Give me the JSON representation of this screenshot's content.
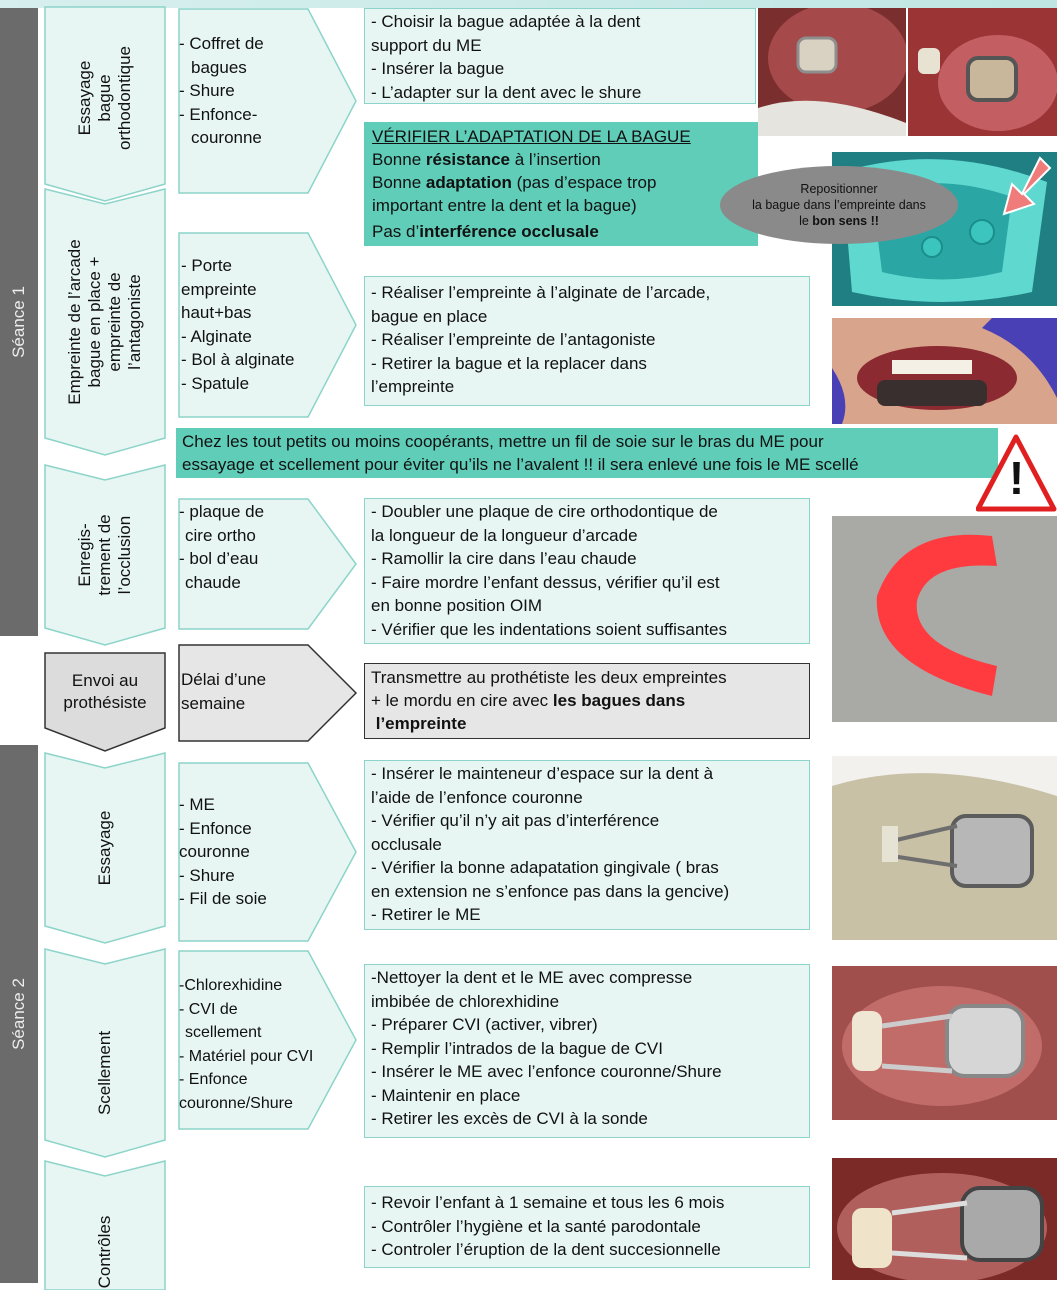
{
  "sessions": {
    "s1": "Séance 1",
    "s2": "Séance 2"
  },
  "steps": {
    "essayage_bague": [
      "Essayage",
      "bague",
      "orthodontique"
    ],
    "empreinte": [
      "Empreinte de l’arcade",
      "bague en place +",
      "empreinte de",
      "l’antagoniste"
    ],
    "enregistrement": [
      "Enregis-",
      "trement de",
      "l’occlusion"
    ],
    "envoi": [
      "Envoi au",
      "prothésiste"
    ],
    "essayage": "Essayage",
    "scellement": "Scellement",
    "controles": "Contrôles"
  },
  "materials": {
    "bague": [
      "- Coffret de",
      "  bagues",
      "- Shure",
      "- Enfonce-",
      "  couronne"
    ],
    "empreinte": [
      "- Porte",
      "empreinte",
      "haut+bas",
      "- Alginate",
      "- Bol à alginate",
      "- Spatule"
    ],
    "occlusion": [
      "- plaque de",
      "  cire ortho",
      "- bol d’eau",
      "  chaude"
    ],
    "envoi": [
      "Délai d’une",
      "semaine"
    ],
    "essayage": [
      "- ME",
      "- Enfonce",
      "couronne",
      "- Shure",
      "- Fil de soie"
    ],
    "scellement": [
      "-Chlorexhidine",
      "- CVI de",
      "  scellement",
      "- Matériel pour CVI",
      "- Enfonce",
      "couronne/Shure"
    ]
  },
  "actions": {
    "bague": [
      "- Choisir la bague adaptée à la dent",
      "support du ME",
      "- Insérer la bague",
      "- L’adapter sur la dent avec le shure"
    ],
    "verif_title": "VÉRIFIER L’ADAPTATION DE LA BAGUE",
    "verif1_pre": "Bonne ",
    "verif1_bold": "résistance",
    "verif1_post": " à l’insertion",
    "verif2_pre": "Bonne ",
    "verif2_bold": "adaptation",
    "verif2_post": " (pas d’espace trop",
    "verif3": "important entre la dent et la bague)",
    "verif4_pre": "Pas d’",
    "verif4_bold": "interférence occlusale",
    "empreinte": [
      "- Réaliser l’empreinte à l’alginate de l’arcade,",
      "bague en place",
      "- Réaliser l’empreinte de l’antagoniste",
      "- Retirer la bague et la replacer dans",
      "l’empreinte"
    ],
    "occlusion": [
      "- Doubler une plaque de cire orthodontique de",
      "la longueur de la longueur d’arcade",
      "- Ramollir la cire dans l’eau chaude",
      "- Faire mordre l’enfant dessus, vérifier qu’il est",
      "en bonne position OIM",
      "- Vérifier que les indentations soient suffisantes"
    ],
    "envoi_l1": "Transmettre au prothétiste les deux empreintes",
    "envoi_l2_pre": "+ le mordu en cire avec ",
    "envoi_l2_bold": "les bagues dans",
    "envoi_l3_bold": " l’empreinte",
    "essayage": [
      "- Insérer le mainteneur d’espace sur la dent à",
      "l’aide de l’enfonce couronne",
      "- Vérifier qu’il n’y ait pas d’interférence",
      "occlusale",
      "- Vérifier la bonne adapatation gingivale ( bras",
      "en extension ne s’enfonce pas dans la gencive)",
      "- Retirer le ME"
    ],
    "scellement": [
      "-Nettoyer la dent et le ME avec compresse",
      "imbibée de chlorexhidine",
      "- Préparer CVI (activer, vibrer)",
      "- Remplir l’intrados de la bague de CVI",
      "- Insérer le ME avec l’enfonce couronne/Shure",
      "- Maintenir en place",
      "- Retirer les excès de CVI à la sonde"
    ],
    "controles": [
      "- Revoir l’enfant à 1 semaine et tous les 6 mois",
      "- Contrôler l’hygiène et la santé parodontale",
      "- Controler l’éruption de la dent succesionnelle"
    ]
  },
  "oval": {
    "l1": "Repositionner",
    "l2": "la bague dans l’empreinte dans",
    "l3_pre": "le ",
    "l3_bold": "bon sens !!"
  },
  "warning": {
    "l1": "Chez les tout petits ou moins coopérants, mettre un fil de soie sur le bras du ME pour",
    "l2": "essayage et scellement pour éviter qu’ils ne l’avalent !! il sera enlevé une fois le ME scellé",
    "icon": "!"
  },
  "colors": {
    "teal": "#5fcdb8",
    "light_teal": "#e7f6f3",
    "border_teal": "#8cd4c9",
    "grey": "#6b6b6b",
    "warning_red": "#e02020"
  }
}
